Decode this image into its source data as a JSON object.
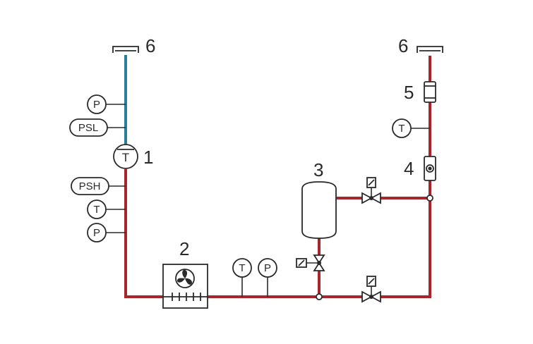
{
  "colors": {
    "hot_pipe": "#a8262b",
    "cold_pipe": "#2b7f9c",
    "stroke": "#2a2a2a"
  },
  "components": {
    "pump_number": "1",
    "heat_exchanger_number": "2",
    "tank_number": "3",
    "flow_indicator_number": "4",
    "filter_number": "5",
    "outlet_left_number": "6",
    "outlet_right_number": "6"
  },
  "instruments": {
    "left_p_top": "P",
    "left_psl": "PSL",
    "pump_t": "T",
    "left_psh": "PSH",
    "left_t": "T",
    "left_p_bottom": "P",
    "bottom_t": "T",
    "bottom_p": "P",
    "right_t": "T"
  },
  "icons": [
    "fan-icon",
    "solenoid-icon",
    "three-way-valve-icon",
    "two-way-valve-icon",
    "sight-glass-icon"
  ]
}
